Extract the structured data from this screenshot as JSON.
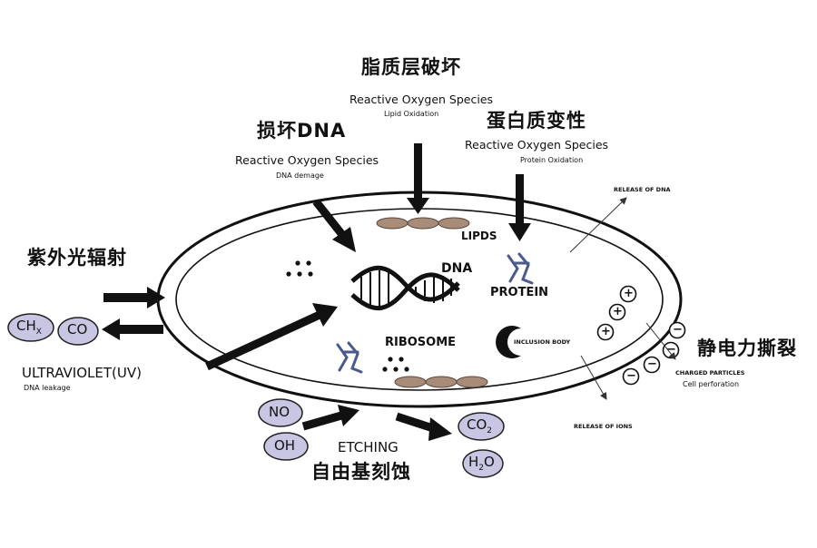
{
  "labels": {
    "lipid_title": "脂质层破坏",
    "lipid_ros": "Reactive Oxygen Species",
    "lipid_sub": "Lipid Oxidation",
    "dna_title": "损坏DNA",
    "dna_ros": "Reactive Oxygen Species",
    "dna_sub": "DNA demage",
    "protein_title": "蛋白质变性",
    "protein_ros": "Reactive Oxygen Species",
    "protein_sub": "Protein Oxidation",
    "uv_cn": "紫外光辐射",
    "uv_en": "ULTRAVIOLET(UV)",
    "uv_sub": "DNA leakage",
    "static_cn": "静电力撕裂",
    "charged_particles": "CHARGED PARTICLES",
    "cell_perforation": "Cell perforation",
    "radical_cn": "自由基刻蚀",
    "etching": "ETCHING",
    "release_dna": "RELEASE OF DNA",
    "release_ions": "RELEASE OF IONS",
    "lipds": "LIPDS",
    "dna": "DNA",
    "protein": "PROTEIN",
    "ribosome": "RIBOSOME",
    "inclusion_body": "INCLUSION BODY"
  },
  "species": {
    "ch": "CH",
    "ch_sub": "X",
    "co": "CO",
    "no": "NO",
    "oh": "OH",
    "co2": "CO",
    "co2_sub": "2",
    "h2o_h": "H",
    "h2o_sub": "2",
    "h2o_o": "O"
  },
  "signs": {
    "plus": "+",
    "minus": "−"
  },
  "colors": {
    "molecule_fill": "#c9c6e3",
    "lipid_fill": "#a68c79",
    "protein_icon": "#4a5a8c"
  }
}
